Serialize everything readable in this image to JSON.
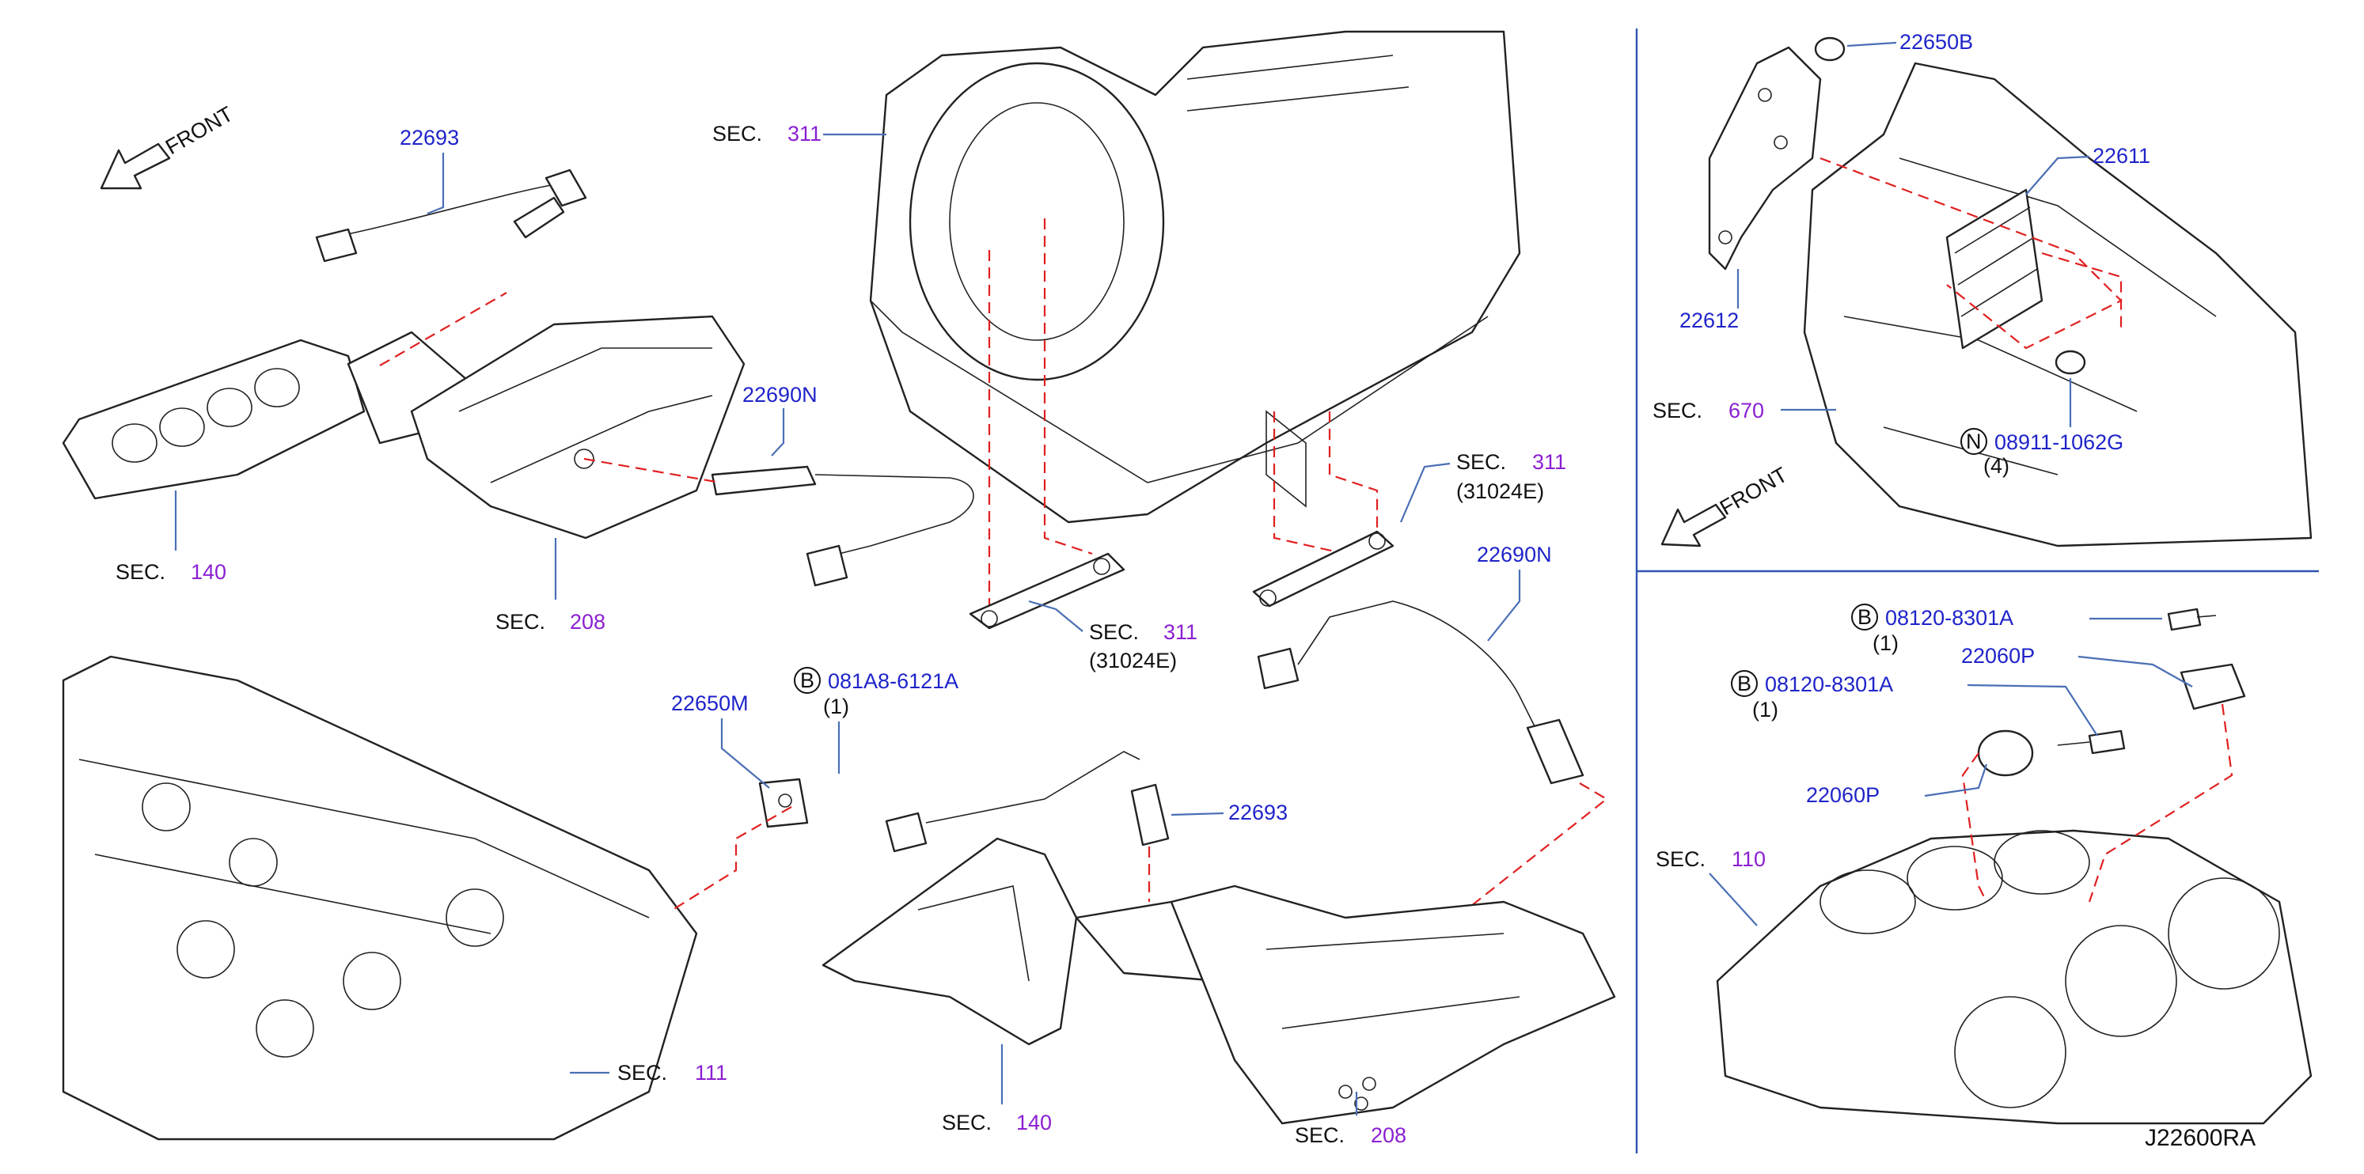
{
  "front_labels": [
    "FRONT",
    "FRONT"
  ],
  "sec_prefix": "SEC.",
  "parts": {
    "p22693_top": "22693",
    "p22690N_mid": "22690N",
    "p22690N_right": "22690N",
    "p22693_low": "22693",
    "p22650M": "22650M",
    "bolt_081A8": {
      "circle": "B",
      "number": "081A8-6121A",
      "qty": "(1)"
    },
    "p22650B": "22650B",
    "p22611": "22611",
    "p22612": "22612",
    "nut_08911": {
      "circle": "N",
      "number": "08911-1062G",
      "qty": "(4)"
    },
    "bolt_08120_a": {
      "circle": "B",
      "number": "08120-8301A",
      "qty": "(1)"
    },
    "bolt_08120_b": {
      "circle": "B",
      "number": "08120-8301A",
      "qty": "(1)"
    },
    "p22060P_a": "22060P",
    "p22060P_b": "22060P"
  },
  "sections": {
    "s311_top": "311",
    "s311_a": "311",
    "s311_a_sub": "(31024E)",
    "s311_b": "311",
    "s311_b_sub": "(31024E)",
    "s140_top": "140",
    "s208_top": "208",
    "s111": "111",
    "s140_low": "140",
    "s208_low": "208",
    "s670": "670",
    "s110": "110"
  },
  "diagram_code": "J22600RA",
  "colors": {
    "part_number": "#1f24c9",
    "section_number": "#8a1fd1",
    "dashed_link": "#e02020",
    "leader": "#4a6fb5"
  }
}
